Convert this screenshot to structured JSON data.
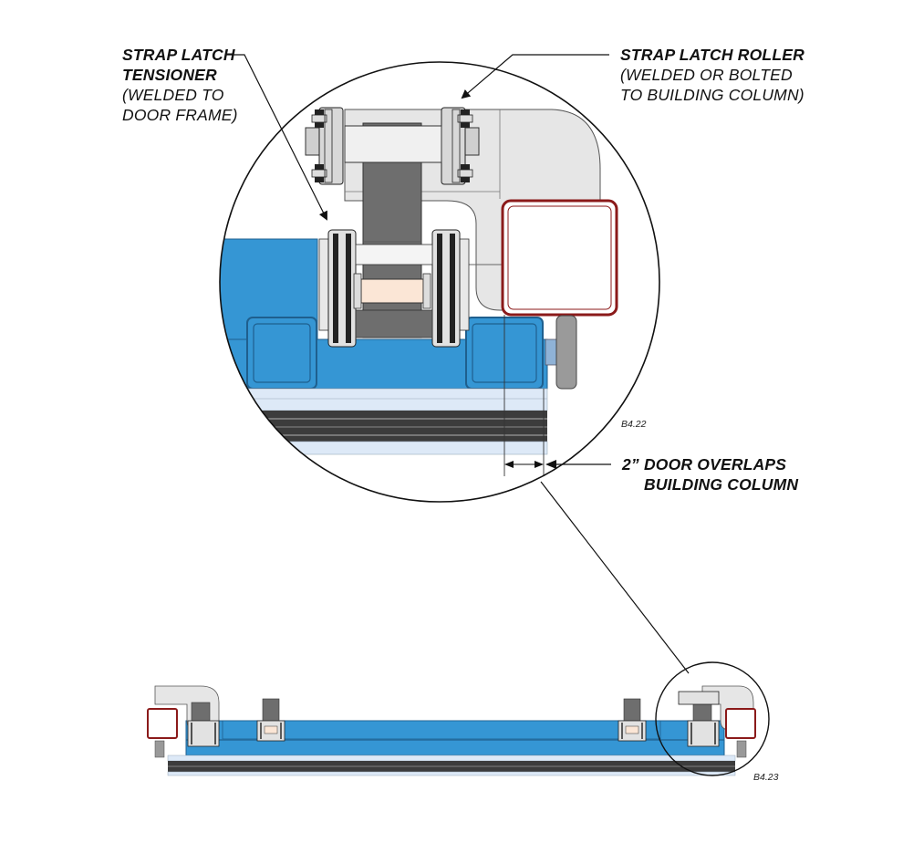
{
  "callouts": {
    "tensioner": {
      "title_line1": "STRAP LATCH",
      "title_line2": "TENSIONER",
      "note_line1": "(WELDED TO",
      "note_line2": "DOOR FRAME)"
    },
    "roller": {
      "title": "STRAP LATCH ROLLER",
      "note_line1": "(WELDED OR BOLTED",
      "note_line2": "TO BUILDING COLUMN)"
    },
    "overlap": {
      "line1": "2”  DOOR OVERLAPS",
      "line2": "BUILDING COLUMN"
    }
  },
  "figure_ids": {
    "detail": "B4.22",
    "overview": "B4.23"
  },
  "colors": {
    "door_blue": "#3596d4",
    "door_blue_dark": "#1f5f8e",
    "column_red": "#8b1a1a",
    "strap_gray": "#6e6e6e",
    "track_dark": "#3c3c3c",
    "light_blue": "#dde9f7",
    "bracket_gray": "#e6e6e6"
  }
}
